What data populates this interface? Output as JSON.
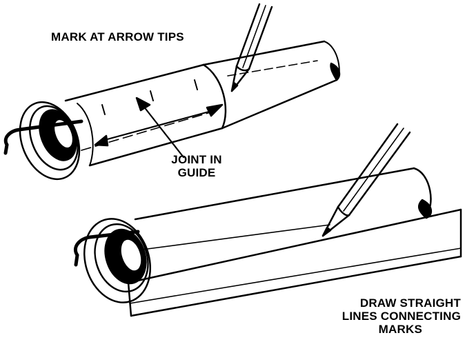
{
  "labels": {
    "top": "MARK AT ARROW TIPS",
    "joint": [
      "JOINT IN",
      "GUIDE"
    ],
    "bottom": [
      "DRAW STRAIGHT",
      "LINES CONNECTING",
      "MARKS"
    ]
  },
  "colors": {
    "ink": "#000000",
    "paper": "#ffffff"
  }
}
